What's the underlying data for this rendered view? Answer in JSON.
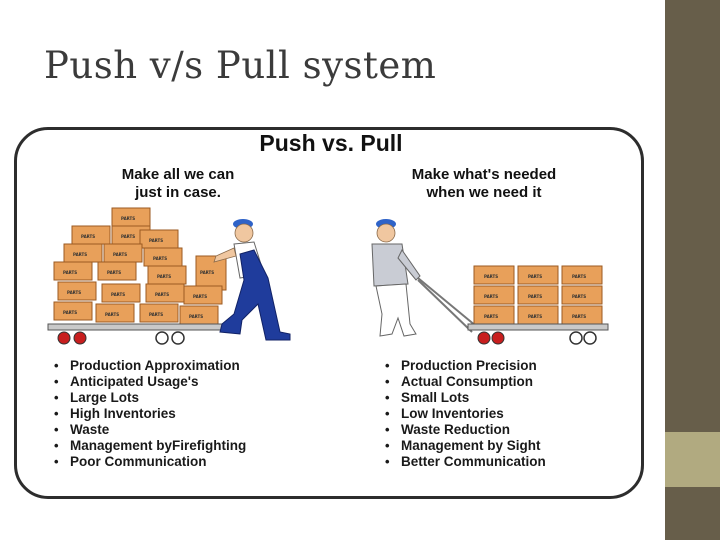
{
  "slide": {
    "title": "Push v/s Pull system"
  },
  "figure": {
    "title": "Push vs. Pull",
    "box_label": "PARTS",
    "push": {
      "heading_line1": "Make all we can",
      "heading_line2": "just in case.",
      "items": [
        "Production Approximation",
        "Anticipated Usage's",
        "Large Lots",
        "High Inventories",
        "Waste",
        "Management byFirefighting",
        "Poor Communication"
      ]
    },
    "pull": {
      "heading_line1": "Make what's needed",
      "heading_line2": "when we need it",
      "items": [
        "Production Precision",
        "Actual Consumption",
        "Small Lots",
        "Low Inventories",
        "Waste Reduction",
        "Management by Sight",
        "Better Communication"
      ]
    }
  },
  "colors": {
    "right_bar": "#675e4a",
    "right_accent": "#b1aa80",
    "box_fill": "#e8a05a",
    "worker_pants": "#1f3c9c",
    "worker_cap": "#2f63c8"
  }
}
